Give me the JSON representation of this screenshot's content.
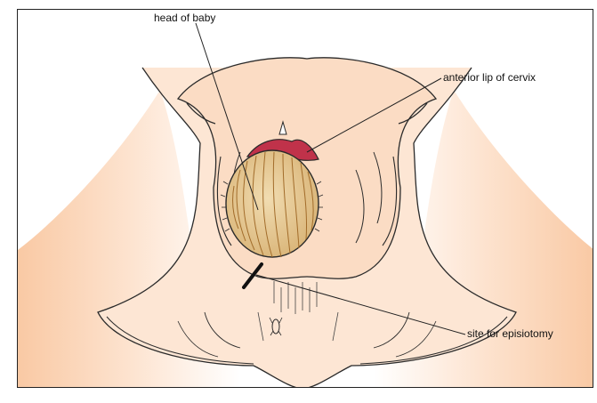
{
  "labels": {
    "head_of_baby": "head of baby",
    "anterior_lip_of_cervix": "anterior lip of cervix",
    "site_for_episiotomy": "site for episiotomy"
  },
  "colors": {
    "skin": "#fbd9bf",
    "skin_light": "#fde8d8",
    "cervix": "#c0324a",
    "hair": "#b07d3a",
    "head": "#e8cf9a",
    "outline": "#2a2a2a"
  }
}
